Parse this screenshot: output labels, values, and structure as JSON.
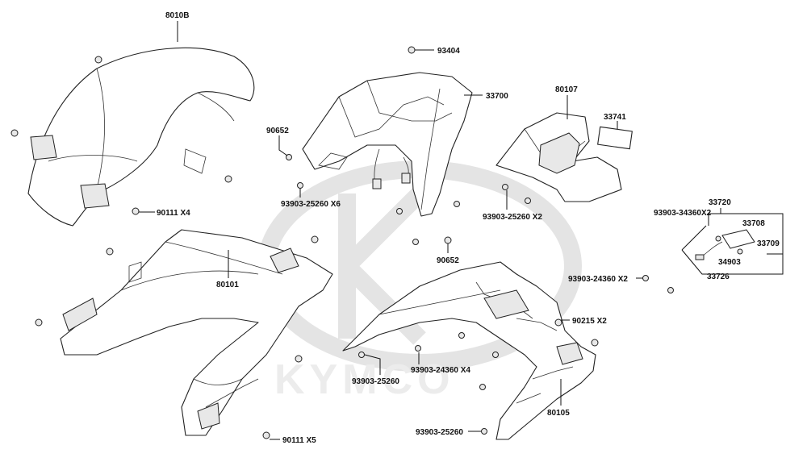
{
  "diagram": {
    "watermark": "KYMCO",
    "labels": {
      "p8010b": "8010B",
      "p93404": "93404",
      "p33700": "33700",
      "p80107": "80107",
      "p33741": "33741",
      "p90652a": "90652",
      "p93903_x6": "93903-25260 X6",
      "p93903_x2": "93903-25260 X2",
      "p90111_x4": "90111  X4",
      "p33720": "33720",
      "p93903_34360": "93903-34360X2",
      "p33708": "33708",
      "p33709": "33709",
      "p34903": "34903",
      "p33726": "33726",
      "p90652b": "90652",
      "p80101": "80101",
      "p93903_24360_x2": "93903-24360 X2",
      "p90215": "90215  X2",
      "p93903_24360_x4": "93903-24360 X4",
      "p93903_25260a": "93903-25260",
      "p80105": "80105",
      "p93903_25260b": "93903-25260",
      "p90111_x5": "90111  X5"
    }
  }
}
